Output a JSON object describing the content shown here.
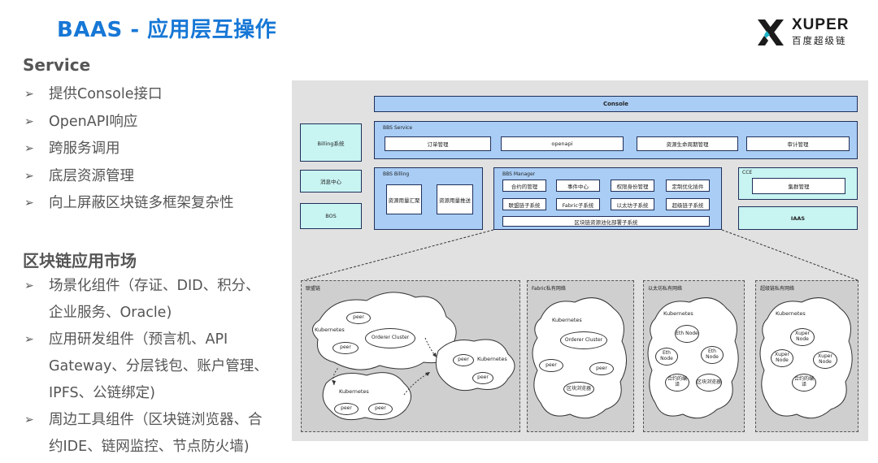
{
  "title": "BAAS - 应用层互操作",
  "logo": {
    "name": "XUPER",
    "sub": "百度超级链"
  },
  "service": {
    "heading": "Service",
    "items": [
      "提供Console接口",
      "OpenAPI响应",
      "跨服务调用",
      "底层资源管理",
      "向上屏蔽区块链多框架复杂性"
    ]
  },
  "market": {
    "heading": "区块链应用市场",
    "items": [
      [
        "场景化组件（存证、DID、积分、",
        "企业服务、Oracle)"
      ],
      [
        "应用研发组件（预言机、API",
        "Gateway、分层钱包、账户管理、",
        "IPFS、公链绑定)"
      ],
      [
        "周边工具组件（区块链浏览器、合",
        "约IDE、链网监控、节点防火墙)"
      ]
    ]
  },
  "diagram": {
    "console": "Console",
    "left_boxes": [
      "Billing系统",
      "消息中心",
      "BOS"
    ],
    "bbs_service": {
      "label": "BBS Service",
      "items": [
        "订单管理",
        "openapi",
        "资源生命周期管理",
        "审计管理"
      ]
    },
    "bbs_billing": {
      "label": "BBS Billing",
      "items": [
        "资源用量汇聚",
        "资源用量推送"
      ]
    },
    "bbs_manager": {
      "label": "BBS Manager",
      "row1": [
        "合约的管理",
        "事件中心",
        "权限身份管理",
        "定制优化插件"
      ],
      "row2": [
        "联盟链子系统",
        "Fabric子系统",
        "以太坊子系统",
        "超级链子系统"
      ],
      "bottom": "区块链资源池化部署子系统"
    },
    "cce": {
      "label": "CCE",
      "item": "集群管理"
    },
    "iaas": "IAAS",
    "networks": [
      {
        "label": "联盟链",
        "k8s": [
          "Kubernetes",
          "Kubernetes",
          "Kubernetes"
        ],
        "nodes": [
          "peer",
          "peer",
          "Orderer Cluster",
          "peer",
          "peer",
          "peer",
          "peer"
        ]
      },
      {
        "label": "Fabric私有网络",
        "k8s": "Kubernetes",
        "nodes": [
          "Orderer Cluster",
          "peer",
          "peer",
          "区块浏览器"
        ]
      },
      {
        "label": "以太坊私有网络",
        "k8s": "Kubernetes",
        "nodes": [
          "Eth Node",
          "Eth Node",
          "Eth Node",
          "合约的编译",
          "区块浏览器"
        ]
      },
      {
        "label": "超级链私有网络",
        "k8s": "Kubernetes",
        "nodes": [
          "Xuper Node",
          "Xuper Node",
          "Xuper Node",
          "合约的编译"
        ]
      }
    ]
  }
}
